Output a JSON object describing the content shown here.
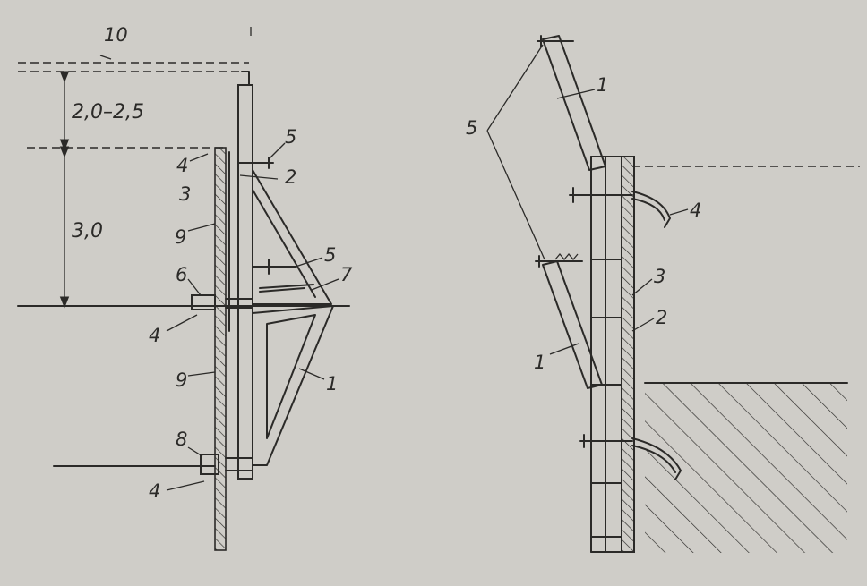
{
  "colors": {
    "paper": "#cfcdc8",
    "ink": "#2b2a28"
  },
  "left_view": {
    "dimensions": {
      "top": "2,0–2,5",
      "bottom": "3,0"
    },
    "labels": {
      "l10": "10",
      "l5a": "5",
      "l2": "2",
      "l4a": "4",
      "l3": "3",
      "l9a": "9",
      "l5b": "5",
      "l7": "7",
      "l6": "6",
      "l4b": "4",
      "l9b": "9",
      "l1": "1",
      "l8": "8",
      "l4c": "4"
    }
  },
  "right_view": {
    "labels": {
      "l5": "5",
      "l1a": "1",
      "l4": "4",
      "l3": "3",
      "l2": "2",
      "l1b": "1"
    }
  }
}
